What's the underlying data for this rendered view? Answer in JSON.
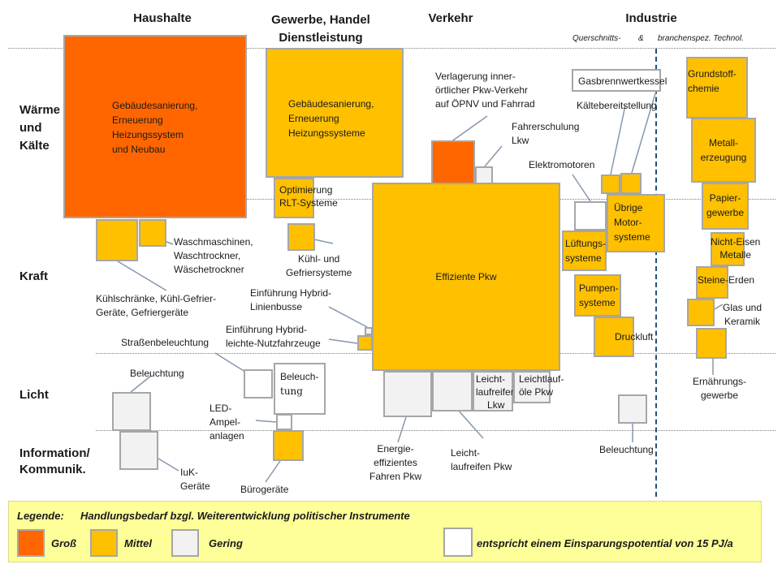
{
  "columns": {
    "haushalte": "Haushalte",
    "gewerbe_1": "Gewerbe, Handel",
    "gewerbe_2": "Dienstleistung",
    "verkehr": "Verkehr",
    "industrie": "Industrie",
    "industrie_sub_a": "Querschnitts-",
    "industrie_sub_amp": "&",
    "industrie_sub_b": "branchenspez. Technol."
  },
  "rows": {
    "waerme_1": "Wärme",
    "waerme_2": "und",
    "waerme_3": "Kälte",
    "kraft": "Kraft",
    "licht": "Licht",
    "info_1": "Information/",
    "info_2": "Kommunik."
  },
  "boxes": {
    "hh_gebaeude": [
      "Gebäudesanierung,",
      "Erneuerung",
      "Heizungssystem",
      "und Neubau"
    ],
    "ghd_gebaeude": [
      "Gebäudesanierung,",
      "Erneuerung",
      "Heizungssysteme"
    ],
    "ghd_rlt": [
      "Optimierung",
      "RLT-Systeme"
    ],
    "pkw": "Effiziente Pkw",
    "beleuchtung_ghd_1": "Beleuch-",
    "beleuchtung_ghd_2": "tung",
    "leicht_lkw": [
      "Leicht-",
      "laufreifen",
      "Lkw"
    ],
    "leicht_oel": [
      "Leichtlauf-",
      "öle Pkw"
    ],
    "gasbrenn": "Gasbrennwertkessel",
    "uebrige_motor": [
      "Übrige",
      "Motor-",
      "systeme"
    ],
    "lueftung": [
      "Lüftungs-",
      "systeme"
    ],
    "pumpen": [
      "Pumpen-",
      "systeme"
    ],
    "druckluft": "Druckluft",
    "grundstoff": [
      "Grundstoff-",
      "chemie"
    ],
    "metall": [
      "Metall-",
      "erzeugung"
    ],
    "papier": [
      "Papier-",
      "gewerbe"
    ],
    "ne_metalle": [
      "Nicht-Eisen",
      "Metalle"
    ],
    "steine": "Steine-Erden"
  },
  "labels": {
    "waschmaschinen": [
      "Waschmaschinen,",
      "Waschtrockner,",
      "Wäschetrockner"
    ],
    "kuehlschraenke": [
      "Kühlschränke, Kühl-Gefrier-",
      "Geräte, Gefriergeräte"
    ],
    "kuehl_gefrier": [
      "Kühl- und",
      "Gefriersysteme"
    ],
    "hybrid_bus": [
      "Einführung Hybrid-",
      "Linienbusse"
    ],
    "hybrid_nfz": [
      "Einführung Hybrid-",
      "leichte-Nutzfahrzeuge"
    ],
    "verlagerung": [
      "Verlagerung inner-",
      "örtlicher Pkw-Verkehr",
      "auf ÖPNV und Fahrrad"
    ],
    "fahrerschulung": [
      "Fahrerschulung",
      "Lkw"
    ],
    "kaelte": "Kältebereitstellung",
    "elektromotoren": "Elektromotoren",
    "strassen": "Straßenbeleuchtung",
    "beleuchtung_hh": "Beleuchtung",
    "led": [
      "LED-",
      "Ampel-",
      "anlagen"
    ],
    "iuk": [
      "IuK-",
      "Geräte"
    ],
    "buero": "Bürogeräte",
    "energie_fahren": [
      "Energie-",
      "effizientes",
      "Fahren Pkw"
    ],
    "leicht_pkw": [
      "Leicht-",
      "laufreifen Pkw"
    ],
    "beleuchtung_ind": "Beleuchtung",
    "glas": [
      "Glas und",
      "Keramik"
    ],
    "ernaehrung": [
      "Ernährungs-",
      "gewerbe"
    ]
  },
  "legend": {
    "title": "Legende:",
    "title_desc": "Handlungsbedarf bzgl. Weiterentwicklung politischer Instrumente",
    "gross": "Groß",
    "mittel": "Mittel",
    "gering": "Gering",
    "ref_text": "entspricht einem Einsparungspotential von 15 PJ/a"
  },
  "colors": {
    "gross": "#ff6600",
    "mittel": "#ffc000",
    "gering": "#f2f2f2",
    "legend_bg": "#ffff99",
    "divider": "#1f4e79"
  }
}
